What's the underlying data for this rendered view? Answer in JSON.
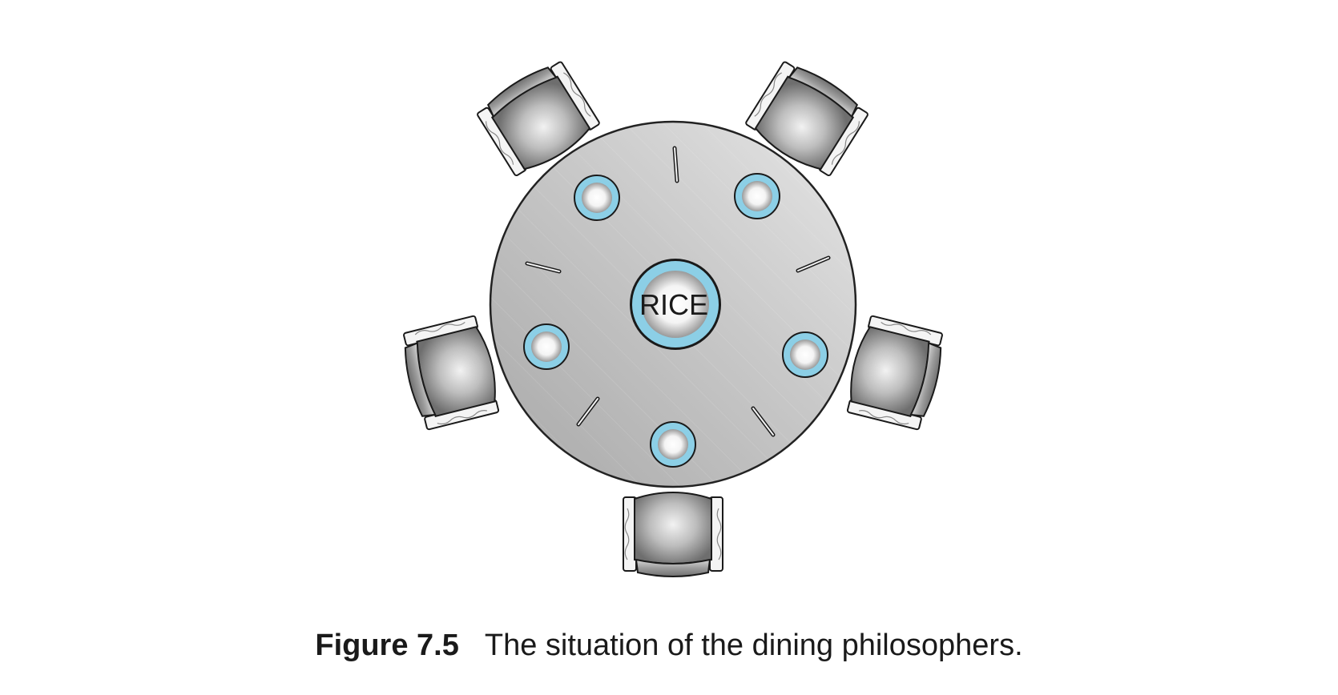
{
  "center_label": "RICE",
  "caption": {
    "figure_label": "Figure 7.5",
    "text": "The situation of the dining philosophers."
  },
  "philosophers": 5,
  "chopsticks": 5,
  "colors": {
    "table": "#c9c9c9",
    "table_edge": "#222222",
    "plate_rim": "#8ccfe6",
    "chair": "#9a9a9a",
    "outline": "#1a1a1a"
  }
}
